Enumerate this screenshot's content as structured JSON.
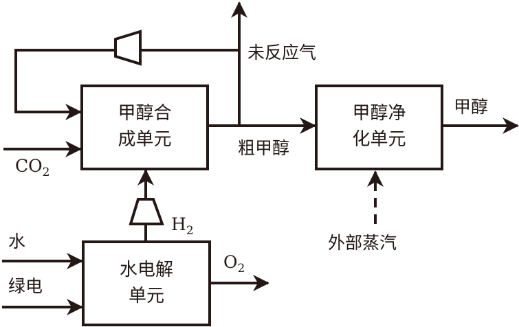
{
  "diagram": {
    "colors": {
      "stroke": "#231815",
      "background": "#ffffff"
    },
    "units": {
      "synthesis": {
        "line1": "甲醇合",
        "line2": "成单元"
      },
      "purification": {
        "line1": "甲醇净",
        "line2": "化单元"
      },
      "electrolysis": {
        "line1": "水电解",
        "line2": "单元"
      }
    },
    "streams": {
      "unreacted_gas": "未反应气",
      "crude_methanol": "粗甲醇",
      "methanol": "甲醇",
      "co2": {
        "base": "CO",
        "sub": "2"
      },
      "h2": {
        "base": "H",
        "sub": "2"
      },
      "o2": {
        "base": "O",
        "sub": "2"
      },
      "water": "水",
      "green_power": "绿电",
      "external_steam": "外部蒸汽"
    }
  }
}
